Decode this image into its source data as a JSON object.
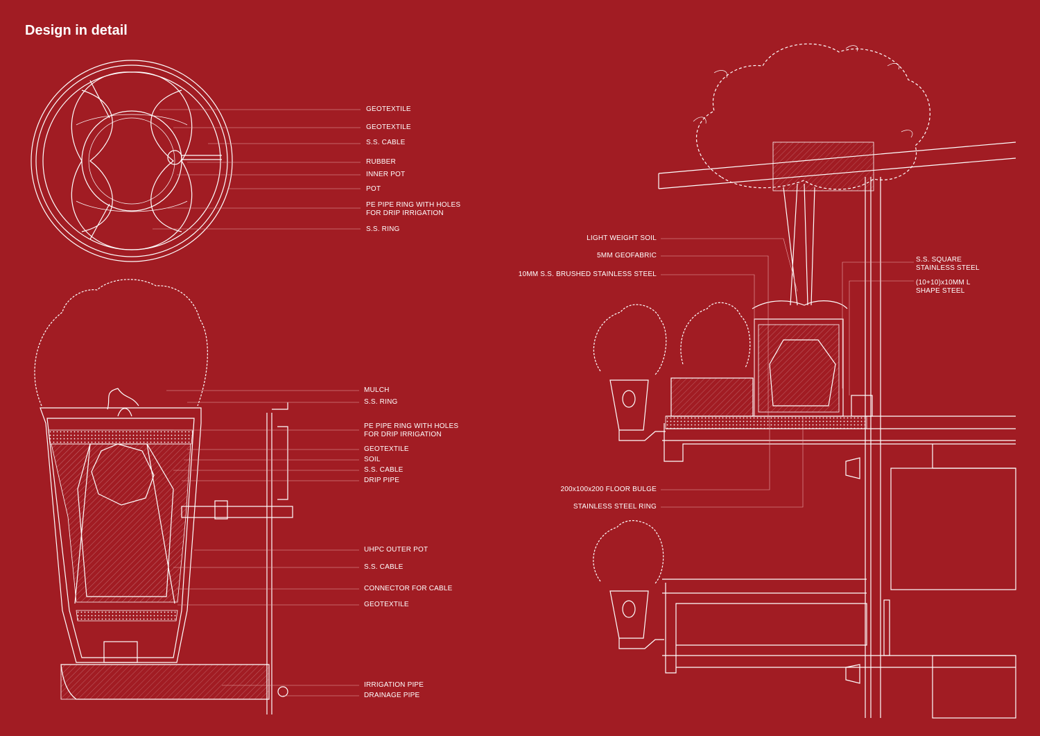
{
  "title": "Design in detail",
  "plan_labels": [
    "GEOTEXTILE",
    "GEOTEXTILE",
    "S.S. CABLE",
    "RUBBER",
    "INNER POT",
    "POT",
    "PE PIPE RING WITH HOLES\nFOR DRIP IRRIGATION",
    "S.S. RING"
  ],
  "section_labels": [
    "MULCH",
    "S.S. RING",
    "PE PIPE RING WITH HOLES\nFOR DRIP IRRIGATION",
    "GEOTEXTILE",
    "SOIL",
    "S.S. CABLE",
    "DRIP PIPE",
    "UHPC OUTER POT",
    "S.S. CABLE",
    "CONNECTOR FOR CABLE",
    "GEOTEXTILE",
    "IRRIGATION PIPE",
    "DRAINAGE PIPE"
  ],
  "balcony_left_labels": [
    "LIGHT WEIGHT SOIL",
    "5MM GEOFABRIC",
    "10MM S.S. BRUSHED STAINLESS STEEL",
    "200x100x200 FLOOR BULGE",
    "STAINLESS STEEL RING"
  ],
  "balcony_right_labels": [
    "S.S. SQUARE\nSTAINLESS STEEL",
    "(10+10)x10MM L\nSHAPE STEEL"
  ]
}
